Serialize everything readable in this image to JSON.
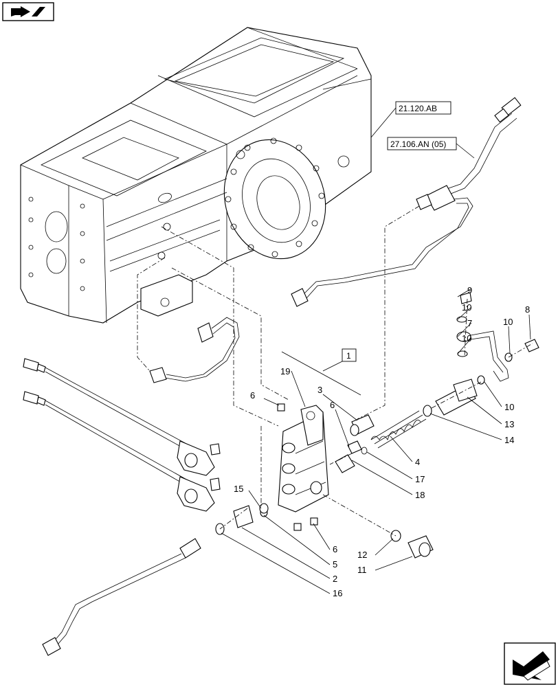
{
  "icons": {
    "top_left": "book-arrow-icon",
    "bottom_right": "next-page-arrow-icon"
  },
  "refs": {
    "r21120": "21.120.AB",
    "r27106": "27.106.AN (05)",
    "group": "1"
  },
  "callouts": {
    "c9": "9",
    "c10a": "10",
    "c7": "7",
    "c10b": "10",
    "c8": "8",
    "c10c": "10",
    "c10d": "10",
    "c13": "13",
    "c14": "14",
    "c4": "4",
    "c17": "17",
    "c18": "18",
    "c19": "19",
    "c3": "3",
    "c6a": "6",
    "c6b": "6",
    "c6c": "6",
    "c15": "15",
    "c5": "5",
    "c2": "2",
    "c16": "16",
    "c12": "12",
    "c11": "11"
  }
}
